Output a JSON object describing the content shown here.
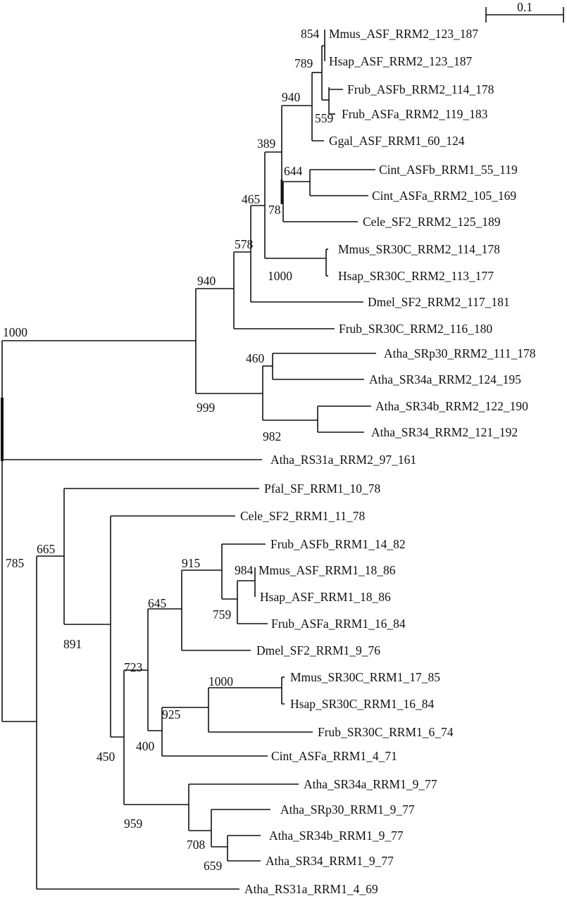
{
  "scale_bar": {
    "label": "0.1",
    "length_units": 0.1
  },
  "leaves": [
    "Mmus_ASF_RRM2_123_187",
    "Hsap_ASF_RRM2_123_187",
    "Frub_ASFb_RRM2_114_178",
    "Frub_ASFa_RRM2_119_183",
    "Ggal_ASF_RRM1_60_124",
    "Cint_ASFb_RRM1_55_119",
    "Cint_ASFa_RRM2_105_169",
    "Cele_SF2_RRM2_125_189",
    "Mmus_SR30C_RRM2_114_178",
    "Hsap_SR30C_RRM2_113_177",
    "Dmel_SF2_RRM2_117_181",
    "Frub_SR30C_RRM2_116_180",
    "Atha_SRp30_RRM2_111_178",
    "Atha_SR34a_RRM2_124_195",
    "Atha_SR34b_RRM2_122_190",
    "Atha_SR34_RRM2_121_192",
    "Atha_RS31a_RRM2_97_161",
    "Pfal_SF_RRM1_10_78",
    "Cele_SF2_RRM1_11_78",
    "Frub_ASFb_RRM1_14_82",
    "Mmus_ASF_RRM1_18_86",
    "Hsap_ASF_RRM1_18_86",
    "Frub_ASFa_RRM1_16_84",
    "Dmel_SF2_RRM1_9_76",
    "Mmus_SR30C_RRM1_17_85",
    "Hsap_SR30C_RRM1_16_84",
    "Frub_SR30C_RRM1_6_74",
    "Cint_ASFa_RRM1_4_71",
    "Atha_SR34a_RRM1_9_77",
    "Atha_SRp30_RRM1_9_77",
    "Atha_SR34b_RRM1_9_77",
    "Atha_SR34_RRM1_9_77",
    "Atha_RS31a_RRM1_4_69"
  ],
  "bootstrap": [
    "854",
    "789",
    "559",
    "940",
    "644",
    "78",
    "389",
    "465",
    "1000",
    "578",
    "940",
    "1000",
    "460",
    "999",
    "982",
    "665",
    "785",
    "891",
    "915",
    "984",
    "759",
    "645",
    "1000",
    "925",
    "723",
    "400",
    "450",
    "959",
    "708",
    "659"
  ]
}
